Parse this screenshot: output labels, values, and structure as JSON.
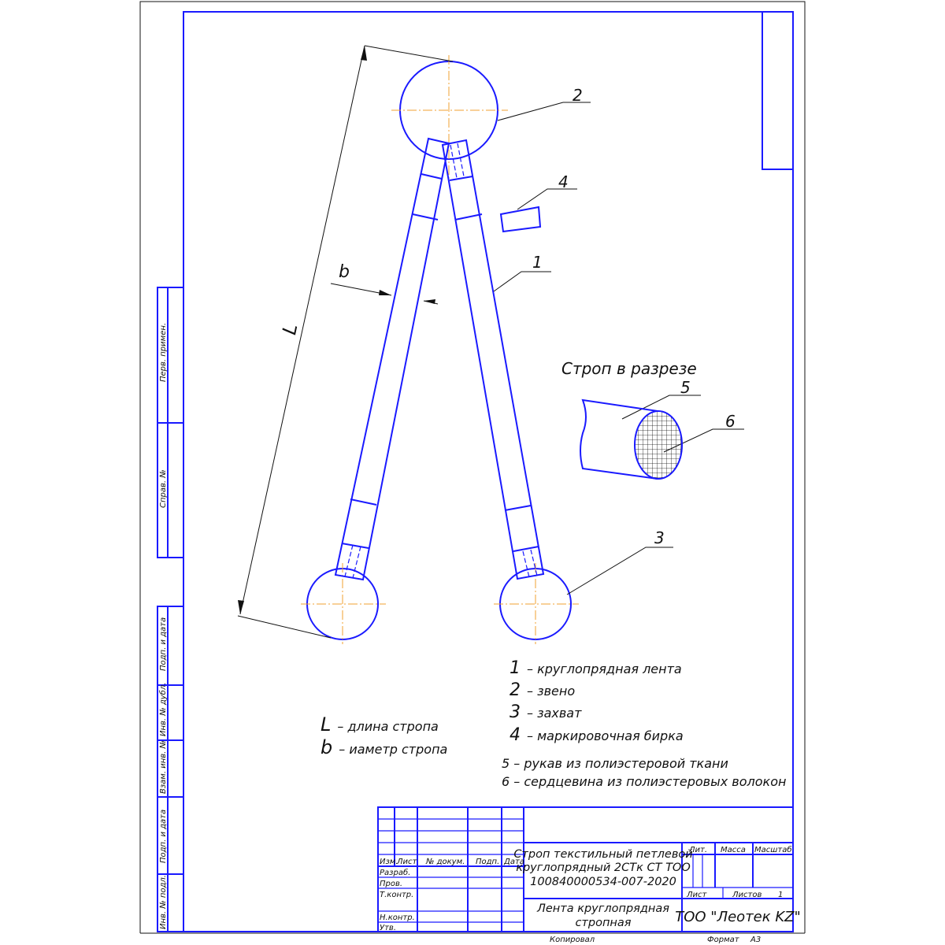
{
  "drawing": {
    "callouts": [
      "1",
      "2",
      "3",
      "4",
      "5",
      "6"
    ],
    "dim_length": "L",
    "dim_width": "b",
    "section_title": "Строп в разрезе"
  },
  "legend": {
    "items": [
      {
        "num": "1",
        "text": "– круглопрядная лента"
      },
      {
        "num": "2",
        "text": "– звено"
      },
      {
        "num": "3",
        "text": "– захват"
      },
      {
        "num": "4",
        "text": "– маркировочная бирка"
      }
    ],
    "section_items": [
      "5 – рукав из полиэстеровой ткани",
      "6 – сердцевина из полиэстеровых волокон"
    ],
    "dims": [
      {
        "sym": "L",
        "text": "– длина стропа"
      },
      {
        "sym": "b",
        "text": "– иаметр стропа"
      }
    ]
  },
  "side_stamps": [
    "Перв. примен.",
    "Справ. №",
    "Подп. и дата",
    "Инв. № дубл.",
    "Взам. инв. №",
    "Подп. и дата",
    "Инв. № подл."
  ],
  "title_block": {
    "headers": [
      "Изм.",
      "Лист",
      "№ докум.",
      "Подп.",
      "Дата"
    ],
    "roles": [
      "Разраб.",
      "Пров.",
      "Т.контр.",
      "Н.контр.",
      "Утв."
    ],
    "designation": [
      "Строп текстильный петлевой",
      "круглопрядный 2СТк СТ ТОО",
      "100840000534-007-2020"
    ],
    "name": [
      "Лента круглопрядная",
      "стропная"
    ],
    "lit_label": "Лит.",
    "mass_label": "Масса",
    "scale_label": "Масштаб",
    "sheet_label": "Лист",
    "sheets_label": "Листов",
    "sheets_value": "1",
    "company": "ТОО \"Леотек KZ\"",
    "copied": "Копировал",
    "format_label": "Формат",
    "format_value": "А3"
  }
}
